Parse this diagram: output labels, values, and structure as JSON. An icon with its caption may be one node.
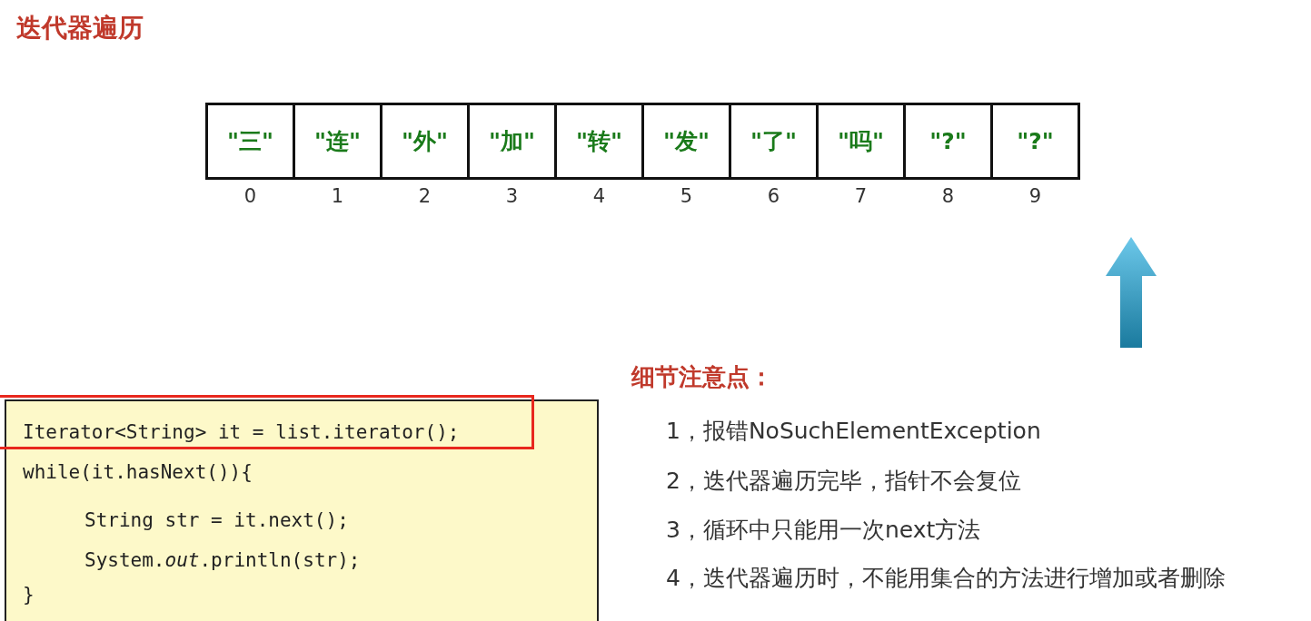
{
  "diagram": {
    "title": "迭代器遍历",
    "nodes": [
      {
        "text": [
          "\"三\""
        ],
        "beside": [
          "0"
        ]
      },
      {
        "text": [
          "\"连\""
        ],
        "beside": [
          "1"
        ]
      },
      {
        "text": [
          "\"外\""
        ],
        "beside": [
          "2"
        ]
      },
      {
        "text": [
          "\"加\""
        ],
        "beside": [
          "3"
        ]
      },
      {
        "text": [
          "\"转\""
        ],
        "beside": [
          "4"
        ]
      },
      {
        "text": [
          "\"发\""
        ],
        "beside": [
          "5"
        ]
      },
      {
        "text": [
          "\"了\""
        ],
        "beside": [
          "6"
        ]
      },
      {
        "text": [
          "\"吗\""
        ],
        "beside": [
          "7"
        ]
      },
      {
        "text": [
          "\"?\""
        ],
        "beside": [
          "8"
        ]
      },
      {
        "text": [
          "\"?\""
        ],
        "beside": [
          "9"
        ]
      },
      {
        "text": [
          "Iterator<String> it = list.iterator();",
          "while(it.hasNext()){",
          "String str = it.next();",
          "System.*out*.println(str);",
          "}"
        ]
      }
    ],
    "labels": [
      "细节注意点：",
      "1，报错NoSuchElementException",
      "2，迭代器遍历完毕，指针不会复位",
      "3，循环中只能用一次next方法",
      "4，迭代器遍历时，不能用集合的方法进行增加或者删除"
    ]
  }
}
